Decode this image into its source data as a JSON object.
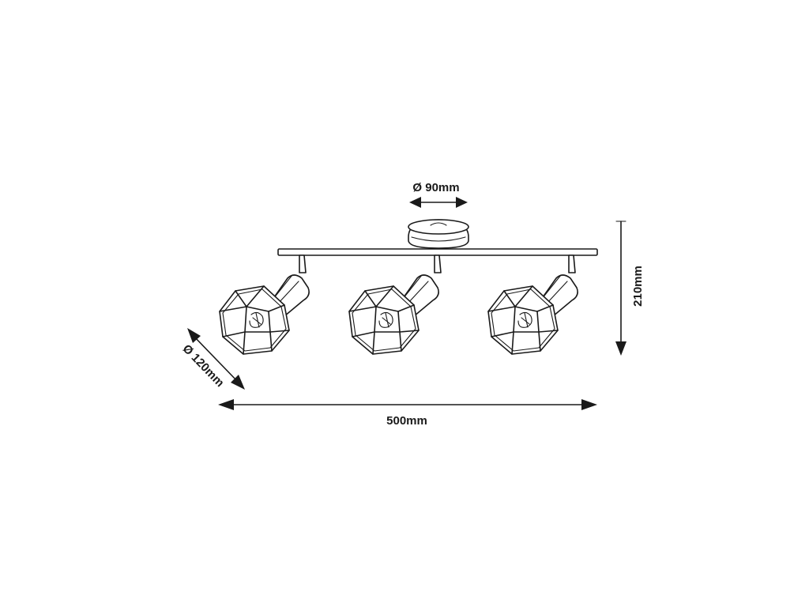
{
  "dimensions": {
    "base_diameter": "Ø 90mm",
    "shade_diameter": "Ø 120mm",
    "height": "210mm",
    "width": "500mm"
  },
  "colors": {
    "line": "#1a1a1a",
    "background": "#ffffff"
  }
}
